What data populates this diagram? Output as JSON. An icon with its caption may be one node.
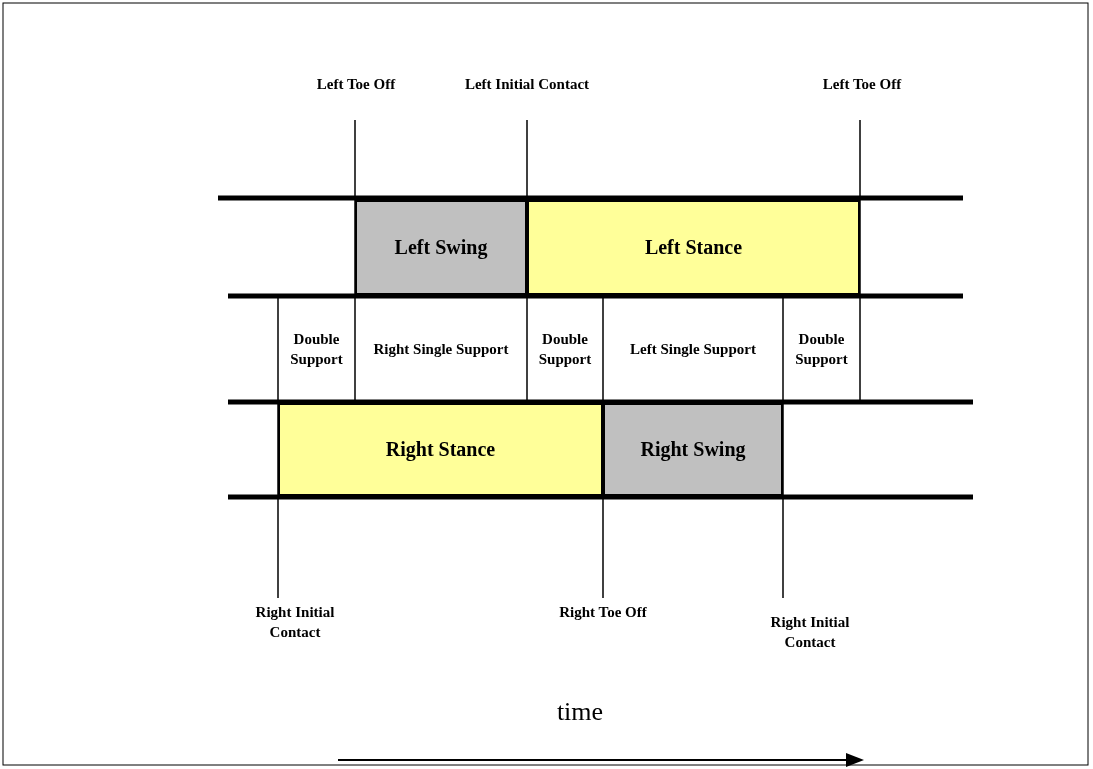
{
  "diagram": {
    "nodes": [
      {
        "text": [
          "Left Swing"
        ]
      },
      {
        "text": [
          "Left Stance"
        ]
      },
      {
        "text": [
          "Double Support"
        ]
      },
      {
        "text": [
          "Right Single Support"
        ]
      },
      {
        "text": [
          "Double Support"
        ]
      },
      {
        "text": [
          "Left Single Support"
        ]
      },
      {
        "text": [
          "Double Support"
        ]
      },
      {
        "text": [
          "Right Stance"
        ]
      },
      {
        "text": [
          "Right Swing"
        ]
      }
    ],
    "edges": [],
    "labels": [
      "Left Toe Off",
      "Left Initial Contact",
      "Left Toe Off",
      "Right Initial Contact",
      "Right Toe Off",
      "Right Initial Contact",
      "time"
    ]
  }
}
